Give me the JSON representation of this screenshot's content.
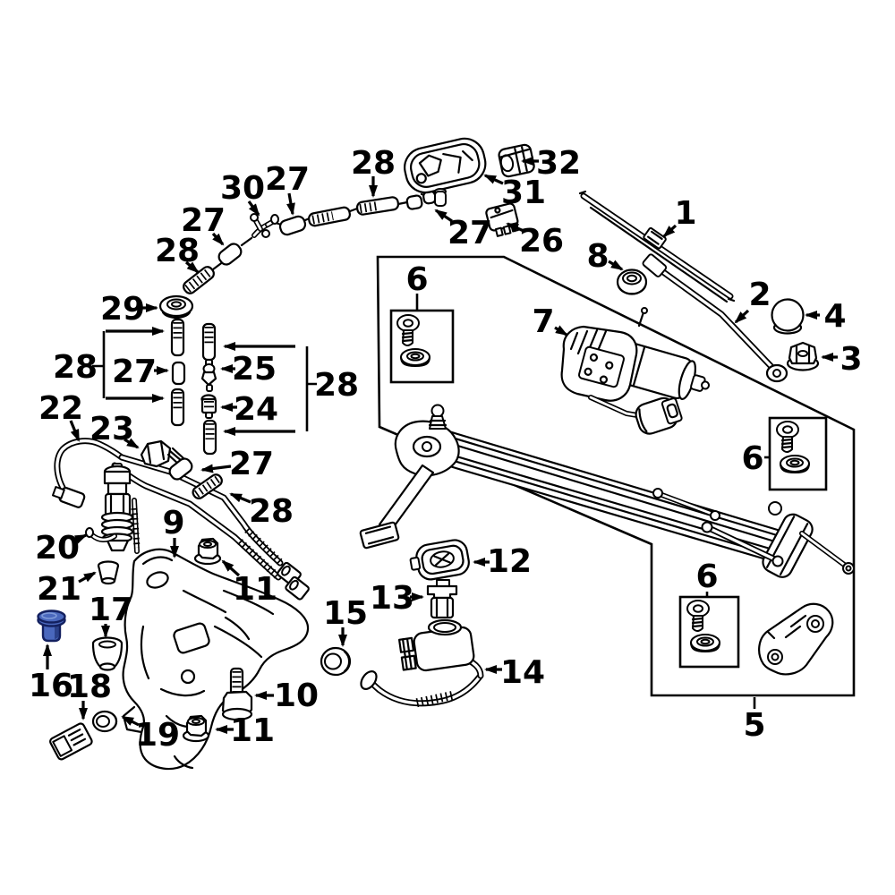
{
  "diagram": {
    "type": "exploded-parts-diagram",
    "background": "#ffffff",
    "line_color": "#000000",
    "highlight_color": "#4a68bd",
    "highlight_outline": "#13205f",
    "highlighted_callout": "16",
    "callouts": [
      {
        "label": "28"
      },
      {
        "label": "30"
      },
      {
        "label": "27"
      },
      {
        "label": "31"
      },
      {
        "label": "32"
      },
      {
        "label": "27"
      },
      {
        "label": "26"
      },
      {
        "label": "1"
      },
      {
        "label": "8"
      },
      {
        "label": "27"
      },
      {
        "label": "28"
      },
      {
        "label": "2"
      },
      {
        "label": "4"
      },
      {
        "label": "3"
      },
      {
        "label": "29"
      },
      {
        "label": "7"
      },
      {
        "label": "6"
      },
      {
        "label": "28"
      },
      {
        "label": "27"
      },
      {
        "label": "25"
      },
      {
        "label": "24"
      },
      {
        "label": "28"
      },
      {
        "label": "22"
      },
      {
        "label": "23"
      },
      {
        "label": "27"
      },
      {
        "label": "28"
      },
      {
        "label": "6"
      },
      {
        "label": "9"
      },
      {
        "label": "20"
      },
      {
        "label": "11"
      },
      {
        "label": "21"
      },
      {
        "label": "12"
      },
      {
        "label": "13"
      },
      {
        "label": "17"
      },
      {
        "label": "15"
      },
      {
        "label": "6"
      },
      {
        "label": "16"
      },
      {
        "label": "18"
      },
      {
        "label": "14"
      },
      {
        "label": "19"
      },
      {
        "label": "11"
      },
      {
        "label": "10"
      },
      {
        "label": "5"
      }
    ]
  }
}
